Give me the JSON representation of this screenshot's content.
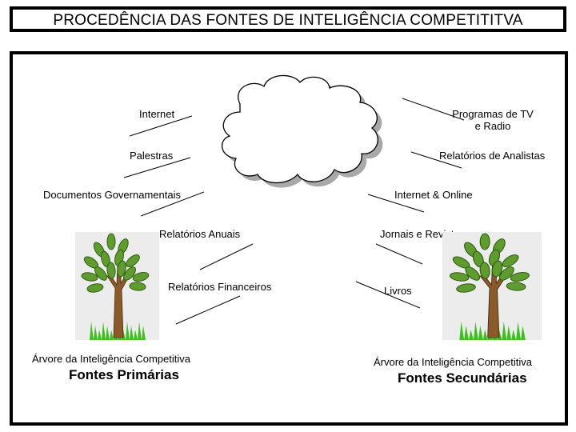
{
  "title": "PROCEDÊNCIA DAS FONTES DE INTELIGÊNCIA COMPETITITVA",
  "left_labels": {
    "internet": "Internet",
    "palestras": "Palestras",
    "documentos": "Documentos Governamentais",
    "relatorios_anuais": "Relatórios Anuais",
    "relatorios_financeiros": "Relatórios Financeiros"
  },
  "right_labels": {
    "programas_tv_line1": "Programas de TV",
    "programas_tv_line2": "e Radio",
    "relatorios_analistas": "Relatórios de Analistas",
    "internet_online": "Internet & Online",
    "jornais": "Jornais e Revistas",
    "livros": "Livros"
  },
  "left_tree": {
    "caption": "Árvore da Inteligência Competitiva",
    "heading": "Fontes Primárias"
  },
  "right_tree": {
    "caption": "Árvore da Inteligência Competitiva",
    "heading": "Fontes Secundárias"
  },
  "colors": {
    "leaf": "#5f9b2f",
    "leaf_dark": "#2f5f14",
    "trunk": "#8a5a2b",
    "grass": "#3fbf1f",
    "tree_bg": "#ececec"
  }
}
